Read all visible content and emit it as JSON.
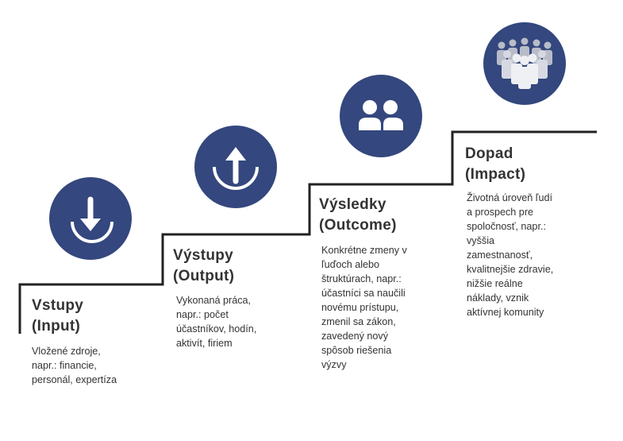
{
  "diagram": {
    "steps": [
      {
        "icon": "download-arrow-icon",
        "title_main": "Vstupy",
        "title_sub": "(Input)",
        "description": "Vložené zdroje,\nnapr.: financie,\npersonál, expertíza"
      },
      {
        "icon": "upload-arrow-icon",
        "title_main": "Výstupy",
        "title_sub": "(Output)",
        "description": "Vykonaná práca,\nnapr.: počet\núčastníkov, hodín,\naktivít, firiem"
      },
      {
        "icon": "two-people-icon",
        "title_main": "Výsledky",
        "title_sub": "(Outcome)",
        "description": "Konkrétne zmeny v\nľuďoch alebo\nštruktúrach, napr.:\núčastníci sa naučili\nnovému prístupu,\nzmenil sa zákon,\nzavedený nový\nspôsob riešenia\nvýzvy"
      },
      {
        "icon": "crowd-icon",
        "title_main": "Dopad",
        "title_sub": "(Impact)",
        "description": "Životná úroveň ľudí\na prospech pre\nspoločnosť, napr.:\nvyššia\nzamestnanosť,\nkvalitnejšie zdravie,\nnižšie reálne\nnáklady, vznik\naktívnej komunity"
      }
    ],
    "colors": {
      "circle": "#34477e",
      "stair_line": "#222222",
      "text": "#333333",
      "crowd_back": "#b8bcc8",
      "crowd_front": "#e9ebf0"
    }
  }
}
